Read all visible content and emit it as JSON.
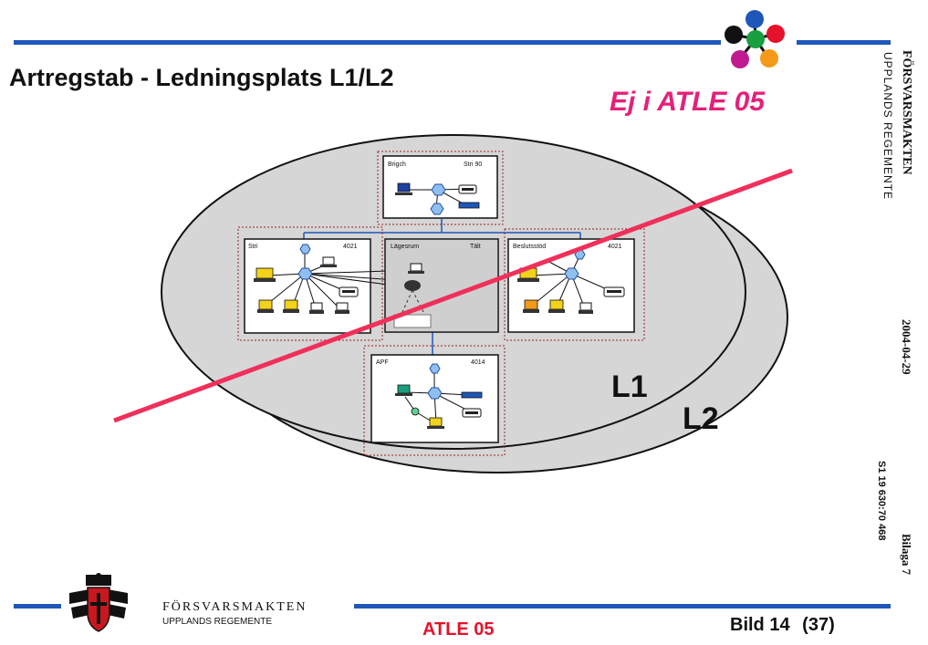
{
  "slide": {
    "title": "Artregstab - Ledningsplats L1/L2",
    "notice": "Ej i ATLE 05",
    "organization": "FÖRSVARSMAKTEN",
    "regiment": "UPPLANDS REGEMENTE",
    "date": "2004-04-29",
    "reference": "S1  19 630:70 468",
    "appendix": "Bilaga 7",
    "footer_org": "FÖRSVARSMAKTEN",
    "footer_regiment": "UPPLANDS REGEMENTE",
    "exercise": "ATLE 05",
    "slide_label": "Bild",
    "slide_number": "14",
    "slide_total": "(37)"
  },
  "diagram": {
    "zone_l1": "L1",
    "zone_l2": "L2",
    "brigch": {
      "name": "Brigch",
      "type": "Stri 90"
    },
    "stri": {
      "name": "Stri",
      "code": "4021"
    },
    "lagesrum": {
      "name": "Lägesrum",
      "type": "Tält"
    },
    "beslutsstod": {
      "name": "Beslutsstöd",
      "code": "4021"
    },
    "apf": {
      "name": "APF",
      "code": "4014"
    }
  },
  "colors": {
    "accent_blue": "#1f57b8",
    "strike_red": "#f0305a",
    "notice_pink": "#e6207a",
    "ellipse_fill": "#d6d6d6",
    "dotted_border": "#9a2020"
  },
  "logo_colors": [
    "#1f57b8",
    "#e6112a",
    "#18a040",
    "#c01c90",
    "#f39a1a",
    "#111111"
  ]
}
